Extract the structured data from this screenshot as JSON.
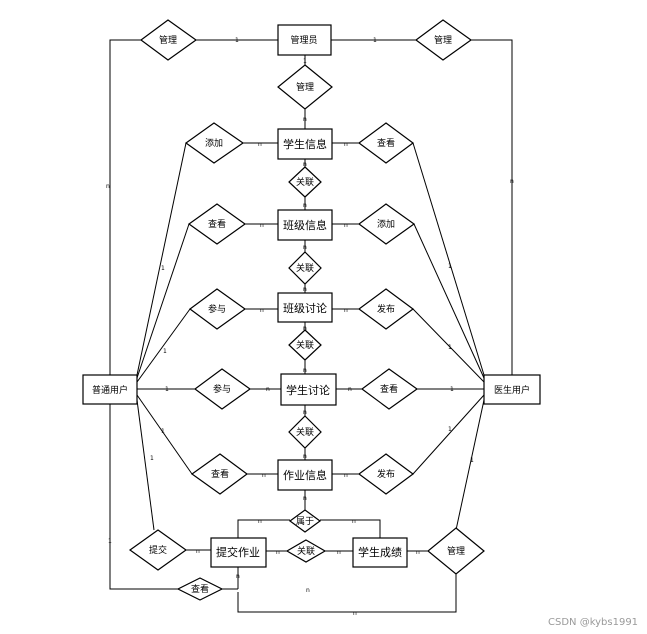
{
  "entities": {
    "admin": "管理员",
    "student_info": "学生信息",
    "class_info": "班级信息",
    "class_discussion": "班级讨论",
    "student_discussion": "学生讨论",
    "homework_info": "作业信息",
    "submit_homework": "提交作业",
    "student_grades": "学生成绩",
    "normal_user": "普通用户",
    "doctor_user": "医生用户"
  },
  "relationships": {
    "manage_left": "管理",
    "manage_right": "管理",
    "manage_center": "管理",
    "add_left": "添加",
    "view_right_1": "查看",
    "link_1": "关联",
    "view_left_2": "查看",
    "add_right_2": "添加",
    "link_2": "关联",
    "participate_left_3": "参与",
    "publish_right_3": "发布",
    "link_3": "关联",
    "participate_left_4": "参与",
    "view_right_4": "查看",
    "link_4": "关联",
    "view_left_5": "查看",
    "publish_right_5": "发布",
    "belongs_to": "属于",
    "submit": "提交",
    "link_6": "关联",
    "manage_bottom": "管理",
    "view_bottom": "查看"
  },
  "cardinality": {
    "one": "1",
    "many": "n"
  },
  "watermark": "CSDN @kybs1991"
}
